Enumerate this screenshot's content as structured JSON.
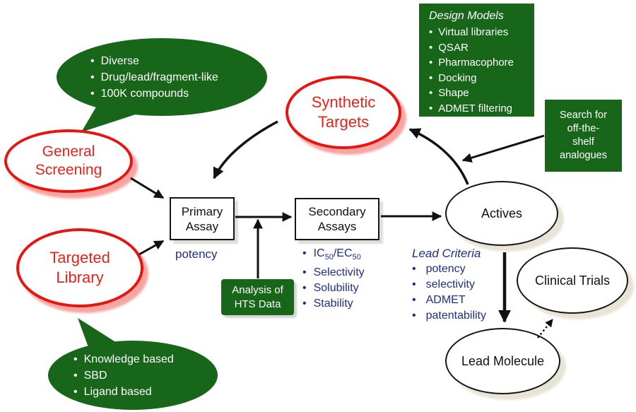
{
  "colors": {
    "green": "#17661a",
    "red_outline": "#e81410",
    "red_shadow": "#f6a5a2",
    "navy": "#202e87",
    "beige_shadow": "#e8e4d5",
    "arrow": "#111111"
  },
  "top_bubble": {
    "items": [
      "Diverse",
      "Drug/lead/fragment-like",
      "100K compounds"
    ]
  },
  "general_screening": {
    "label": "General\nScreening"
  },
  "targeted_library": {
    "label": "Targeted\nLibrary"
  },
  "bottom_bubble": {
    "items": [
      "Knowledge based",
      "SBD",
      "Ligand based"
    ]
  },
  "synthetic_targets": {
    "label": "Synthetic\nTargets"
  },
  "design_models": {
    "title": "Design Models",
    "items": [
      "Virtual libraries",
      "QSAR",
      "Pharmacophore",
      "Docking",
      "Shape",
      "ADMET filtering"
    ]
  },
  "search_box": {
    "label": "Search for\noff-the-\nshelf\nanalogues"
  },
  "primary_assay": {
    "label": "Primary\nAssay",
    "note": "potency"
  },
  "secondary_assays": {
    "label": "Secondary\nAssays"
  },
  "secondary_criteria": {
    "ic": "IC",
    "ic_sub": "50",
    "ec": "/EC",
    "ec_sub": "50",
    "items": [
      "Selectivity",
      "Solubility",
      "Stability"
    ]
  },
  "hts_box": {
    "label": "Analysis of\nHTS Data"
  },
  "actives": {
    "label": "Actives"
  },
  "lead_criteria": {
    "title": "Lead Criteria",
    "items": [
      "potency",
      "selectivity",
      "ADMET",
      "patentability"
    ]
  },
  "clinical_trials": {
    "label": "Clinical Trials"
  },
  "lead_molecule": {
    "label": "Lead Molecule"
  }
}
